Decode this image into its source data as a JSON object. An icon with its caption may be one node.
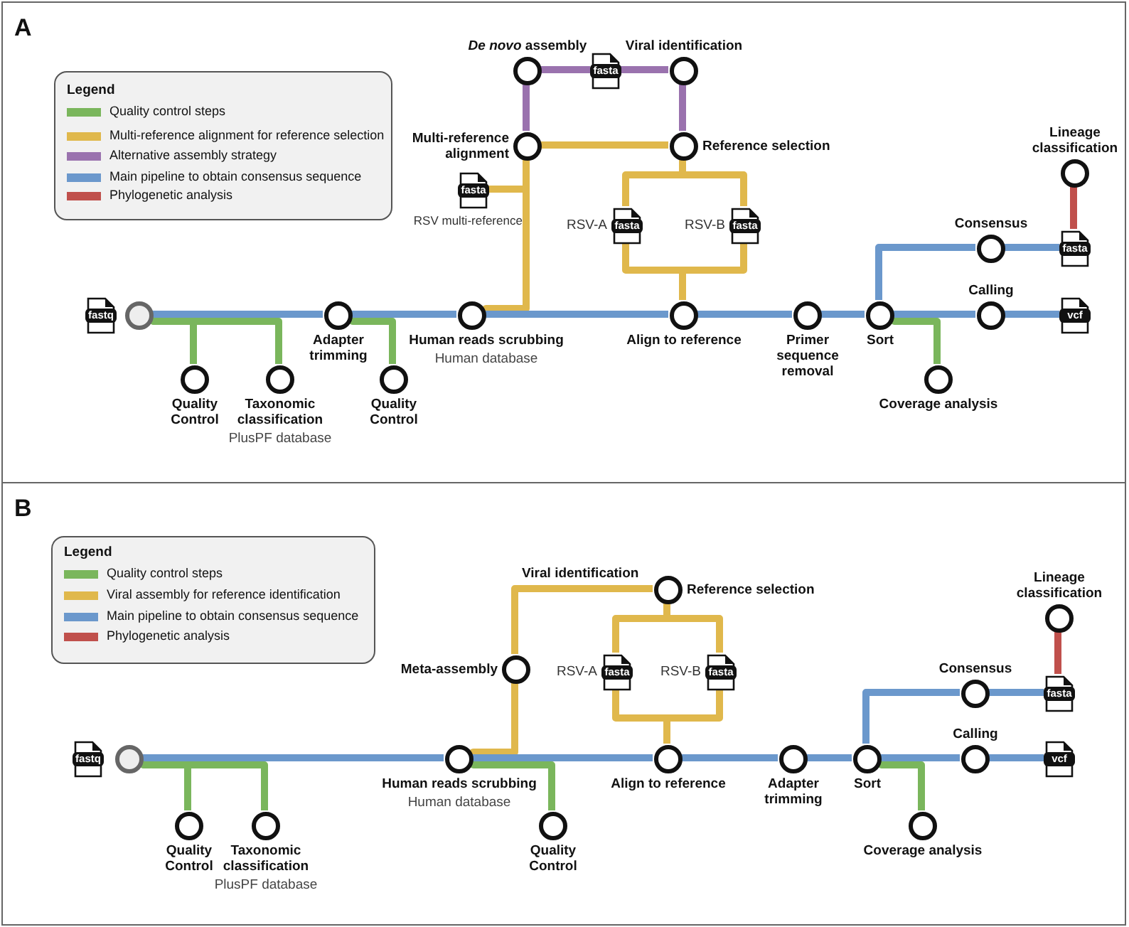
{
  "diagram": {
    "nodes": [
      {
        "text": [
          "A"
        ]
      },
      {
        "text": [
          "fastq"
        ],
        "in": 0
      },
      {
        "text": [],
        "shape": "circle",
        "in": 0
      },
      {
        "text": [
          "Quality Control"
        ],
        "in": 0
      },
      {
        "text": [
          "Taxonomic classification",
          "PlusPF database"
        ],
        "in": 0
      },
      {
        "text": [
          "Adapter trimming"
        ],
        "in": 0
      },
      {
        "text": [
          "Quality Control"
        ],
        "in": 0
      },
      {
        "text": [
          "Human reads scrubbing",
          "Human database"
        ],
        "in": 0
      },
      {
        "text": [
          "fasta"
        ],
        "beside": [
          "RSV multi-reference"
        ],
        "in": 0
      },
      {
        "text": [
          "Multi-reference alignment"
        ],
        "in": 0
      },
      {
        "text": [
          "*De novo* assembly"
        ],
        "in": 0
      },
      {
        "text": [
          "fasta"
        ],
        "in": 0
      },
      {
        "text": [
          "Viral identification"
        ],
        "in": 0
      },
      {
        "text": [
          "Reference selection"
        ],
        "in": 0
      },
      {
        "text": [
          "fasta"
        ],
        "beside": [
          "RSV-A"
        ],
        "in": 0
      },
      {
        "text": [
          "fasta"
        ],
        "beside": [
          "RSV-B"
        ],
        "in": 0
      },
      {
        "text": [
          "Align to reference"
        ],
        "in": 0
      },
      {
        "text": [
          "Primer sequence removal"
        ],
        "in": 0
      },
      {
        "text": [
          "Sort"
        ],
        "in": 0
      },
      {
        "text": [
          "Consensus"
        ],
        "in": 0
      },
      {
        "text": [
          "fasta"
        ],
        "in": 0
      },
      {
        "text": [
          "Calling"
        ],
        "in": 0
      },
      {
        "text": [
          "vcf"
        ],
        "in": 0
      },
      {
        "text": [
          "Lineage classification"
        ],
        "in": 0
      },
      {
        "text": [
          "Coverage analysis"
        ],
        "in": 0
      },
      {
        "text": [
          "B"
        ]
      },
      {
        "text": [
          "fastq"
        ],
        "in": 25
      },
      {
        "text": [],
        "shape": "circle",
        "in": 25
      },
      {
        "text": [
          "Quality Control"
        ],
        "in": 25
      },
      {
        "text": [
          "Taxonomic classification",
          "PlusPF database"
        ],
        "in": 25
      },
      {
        "text": [
          "Human reads scrubbing",
          "Human database"
        ],
        "in": 25
      },
      {
        "text": [
          "Meta-assembly"
        ],
        "in": 25
      },
      {
        "text": [
          "Quality Control"
        ],
        "in": 25
      },
      {
        "text": [
          "Reference selection"
        ],
        "in": 25
      },
      {
        "text": [
          "fasta"
        ],
        "beside": [
          "RSV-A"
        ],
        "in": 25
      },
      {
        "text": [
          "fasta"
        ],
        "beside": [
          "RSV-B"
        ],
        "in": 25
      },
      {
        "text": [
          "Align to reference"
        ],
        "in": 25
      },
      {
        "text": [
          "Adapter trimming"
        ],
        "in": 25
      },
      {
        "text": [
          "Sort"
        ],
        "in": 25
      },
      {
        "text": [
          "Consensus"
        ],
        "in": 25
      },
      {
        "text": [
          "fasta"
        ],
        "in": 25
      },
      {
        "text": [
          "Calling"
        ],
        "in": 25
      },
      {
        "text": [
          "vcf"
        ],
        "in": 25
      },
      {
        "text": [
          "Lineage classification"
        ],
        "in": 25
      },
      {
        "text": [
          "Coverage analysis"
        ],
        "in": 25
      }
    ],
    "edges": [
      {
        "from": 2,
        "to": 5,
        "arrow": "none"
      },
      {
        "from": 2,
        "to": 3,
        "arrow": "none",
        "color": "#7ab65c"
      },
      {
        "from": 2,
        "to": 4,
        "arrow": "none",
        "color": "#7ab65c"
      },
      {
        "from": 5,
        "to": 6,
        "arrow": "none",
        "color": "#7ab65c"
      },
      {
        "from": 5,
        "to": 7,
        "arrow": "none"
      },
      {
        "from": 7,
        "to": 9,
        "arrow": "none",
        "color": "#e0b84c"
      },
      {
        "from": 8,
        "to": 9,
        "arrow": "none",
        "color": "#e0b84c"
      },
      {
        "from": 9,
        "to": 10,
        "arrow": "none",
        "color": "#9a72ae"
      },
      {
        "from": 10,
        "to": 11,
        "arrow": "none",
        "color": "#9a72ae"
      },
      {
        "from": 11,
        "to": 12,
        "arrow": "none",
        "color": "#9a72ae"
      },
      {
        "from": 12,
        "to": 13,
        "arrow": "none",
        "color": "#9a72ae"
      },
      {
        "from": 9,
        "to": 13,
        "arrow": "none",
        "color": "#e0b84c"
      },
      {
        "from": 13,
        "to": 14,
        "arrow": "none",
        "color": "#e0b84c"
      },
      {
        "from": 13,
        "to": 15,
        "arrow": "none",
        "color": "#e0b84c"
      },
      {
        "from": 14,
        "to": 16,
        "arrow": "none",
        "color": "#e0b84c"
      },
      {
        "from": 15,
        "to": 16,
        "arrow": "none",
        "color": "#e0b84c"
      },
      {
        "from": 7,
        "to": 16,
        "arrow": "none"
      },
      {
        "from": 16,
        "to": 17,
        "arrow": "none"
      },
      {
        "from": 17,
        "to": 18,
        "arrow": "none"
      },
      {
        "from": 18,
        "to": 19,
        "arrow": "none"
      },
      {
        "from": 19,
        "to": 20,
        "arrow": "none"
      },
      {
        "from": 18,
        "to": 21,
        "arrow": "none"
      },
      {
        "from": 21,
        "to": 22,
        "arrow": "none"
      },
      {
        "from": 23,
        "to": 20,
        "arrow": "none",
        "color": "#c0504c"
      },
      {
        "from": 18,
        "to": 24,
        "arrow": "none",
        "color": "#7ab65c"
      },
      {
        "from": 27,
        "to": 30,
        "arrow": "none"
      },
      {
        "from": 27,
        "to": 28,
        "arrow": "none",
        "color": "#7ab65c"
      },
      {
        "from": 27,
        "to": 29,
        "arrow": "none",
        "color": "#7ab65c"
      },
      {
        "from": 30,
        "to": 31,
        "arrow": "none",
        "color": "#e0b84c"
      },
      {
        "from": 31,
        "to": 33,
        "arrow": "none",
        "color": "#e0b84c",
        "label": "Viral identification"
      },
      {
        "from": 30,
        "to": 32,
        "arrow": "none",
        "color": "#7ab65c"
      },
      {
        "from": 33,
        "to": 34,
        "arrow": "none",
        "color": "#e0b84c"
      },
      {
        "from": 33,
        "to": 35,
        "arrow": "none",
        "color": "#e0b84c"
      },
      {
        "from": 34,
        "to": 36,
        "arrow": "none",
        "color": "#e0b84c"
      },
      {
        "from": 35,
        "to": 36,
        "arrow": "none",
        "color": "#e0b84c"
      },
      {
        "from": 30,
        "to": 36,
        "arrow": "none"
      },
      {
        "from": 36,
        "to": 37,
        "arrow": "none"
      },
      {
        "from": 37,
        "to": 38,
        "arrow": "none"
      },
      {
        "from": 38,
        "to": 39,
        "arrow": "none"
      },
      {
        "from": 39,
        "to": 40,
        "arrow": "none"
      },
      {
        "from": 38,
        "to": 41,
        "arrow": "none"
      },
      {
        "from": 41,
        "to": 42,
        "arrow": "none"
      },
      {
        "from": 43,
        "to": 40,
        "arrow": "none",
        "color": "#c0504c"
      },
      {
        "from": 38,
        "to": 44,
        "arrow": "none",
        "color": "#7ab65c"
      }
    ],
    "labels": [
      "Legend",
      "Legend"
    ],
    "legend": [
      {
        "text": "Quality control steps",
        "color": "#7ab65c"
      },
      {
        "text": "Multi-reference alignment for reference selection",
        "color": "#e0b84c"
      },
      {
        "text": "Alternative assembly strategy",
        "color": "#9a72ae"
      },
      {
        "text": "Main pipeline to obtain consensus sequence",
        "color": "#6b98cc"
      },
      {
        "text": "Phylogenetic analysis",
        "color": "#c0504c"
      },
      {
        "text": "Quality control steps",
        "color": "#7ab65c"
      },
      {
        "text": "Viral assembly for reference identification",
        "color": "#e0b84c"
      },
      {
        "text": "Main pipeline to obtain consensus sequence",
        "color": "#6b98cc"
      },
      {
        "text": "Phylogenetic analysis",
        "color": "#c0504c"
      }
    ]
  }
}
